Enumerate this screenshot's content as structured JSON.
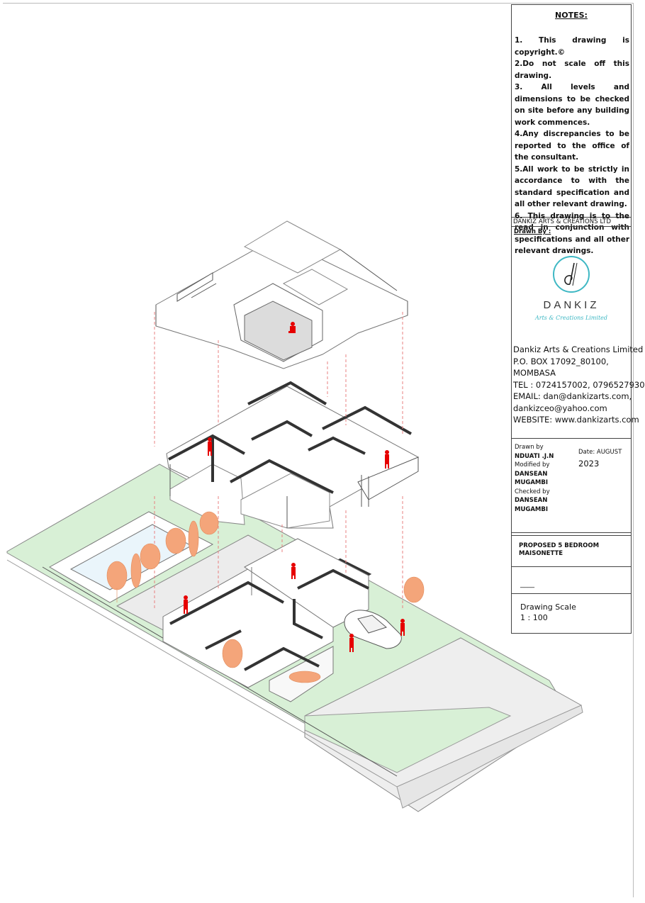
{
  "notes": {
    "title": "NOTES:",
    "items": [
      "1. This drawing is copyright.©",
      "2.Do not scale off this drawing.",
      "3. All levels and dimensions to be checked on site before any building work commences.",
      "4.Any discrepancies to be reported to the office of the consultant.",
      "5.All work to be strictly in accordance to with the standard specification and all other relevant drawing.",
      "6. This drawing is to the read in conjunction with specifications and all other relevant drawings."
    ]
  },
  "company_line": "DANKIZ ARTS & CREATIONS LTD",
  "drawn_by_label": "Drawn By :",
  "logo": {
    "name": "DANKIZ",
    "tagline": "Arts & Creations Limited",
    "accent_color": "#3fb8c4"
  },
  "contact": {
    "name": "Dankiz Arts & Creations Limited",
    "po_box": "P.O. BOX 17092_80100,",
    "city": "MOMBASA",
    "tel": "TEL : 0724157002, 0796527930",
    "email": "EMAIL: dan@dankizarts.com,",
    "email2": "dankizceo@yahoo.com",
    "website": "WEBSITE: www.dankizarts.com"
  },
  "credits": {
    "drawn_by_label": "Drawn by",
    "drawn_by": "NDUATI .J.N",
    "modified_by_label": "Modified by",
    "modified_by_1": "DANSEAN",
    "modified_by_2": "MUGAMBI",
    "checked_by_label": "Checked by",
    "checked_by_1": "DANSEAN",
    "checked_by_2": "MUGAMBI",
    "date_label": "Date: AUGUST",
    "date_year": "2023"
  },
  "project": {
    "title": "PROPOSED 5 BEDROOM MAISONETTE",
    "sheet_no": "____"
  },
  "scale": {
    "label": "Drawing Scale",
    "value": "1 : 100"
  },
  "colors": {
    "figure": "#e60000",
    "tree": "#f4a57a",
    "lawn": "#d8f0d6",
    "paving": "#eeeeee",
    "line": "#555555",
    "dashed_guide": "#e88080"
  }
}
